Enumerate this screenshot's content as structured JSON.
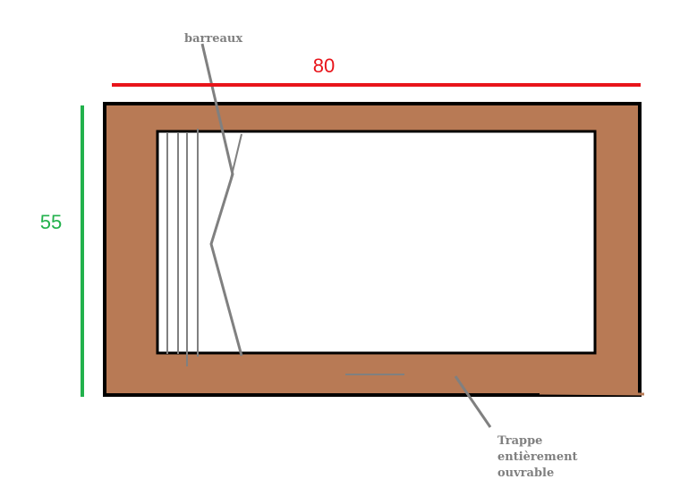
{
  "dimensions": {
    "width_label": "80",
    "height_label": "55"
  },
  "labels": {
    "bars": "barreaux",
    "hatch_line1": "Trappe",
    "hatch_line2": "entièrement",
    "hatch_line3": "ouvrable"
  },
  "colors": {
    "frame": "#b87a55",
    "outline": "#000000",
    "width_dimension": "#e8141a",
    "height_dimension": "#22b14c",
    "annotation": "#808080",
    "background": "#ffffff"
  }
}
